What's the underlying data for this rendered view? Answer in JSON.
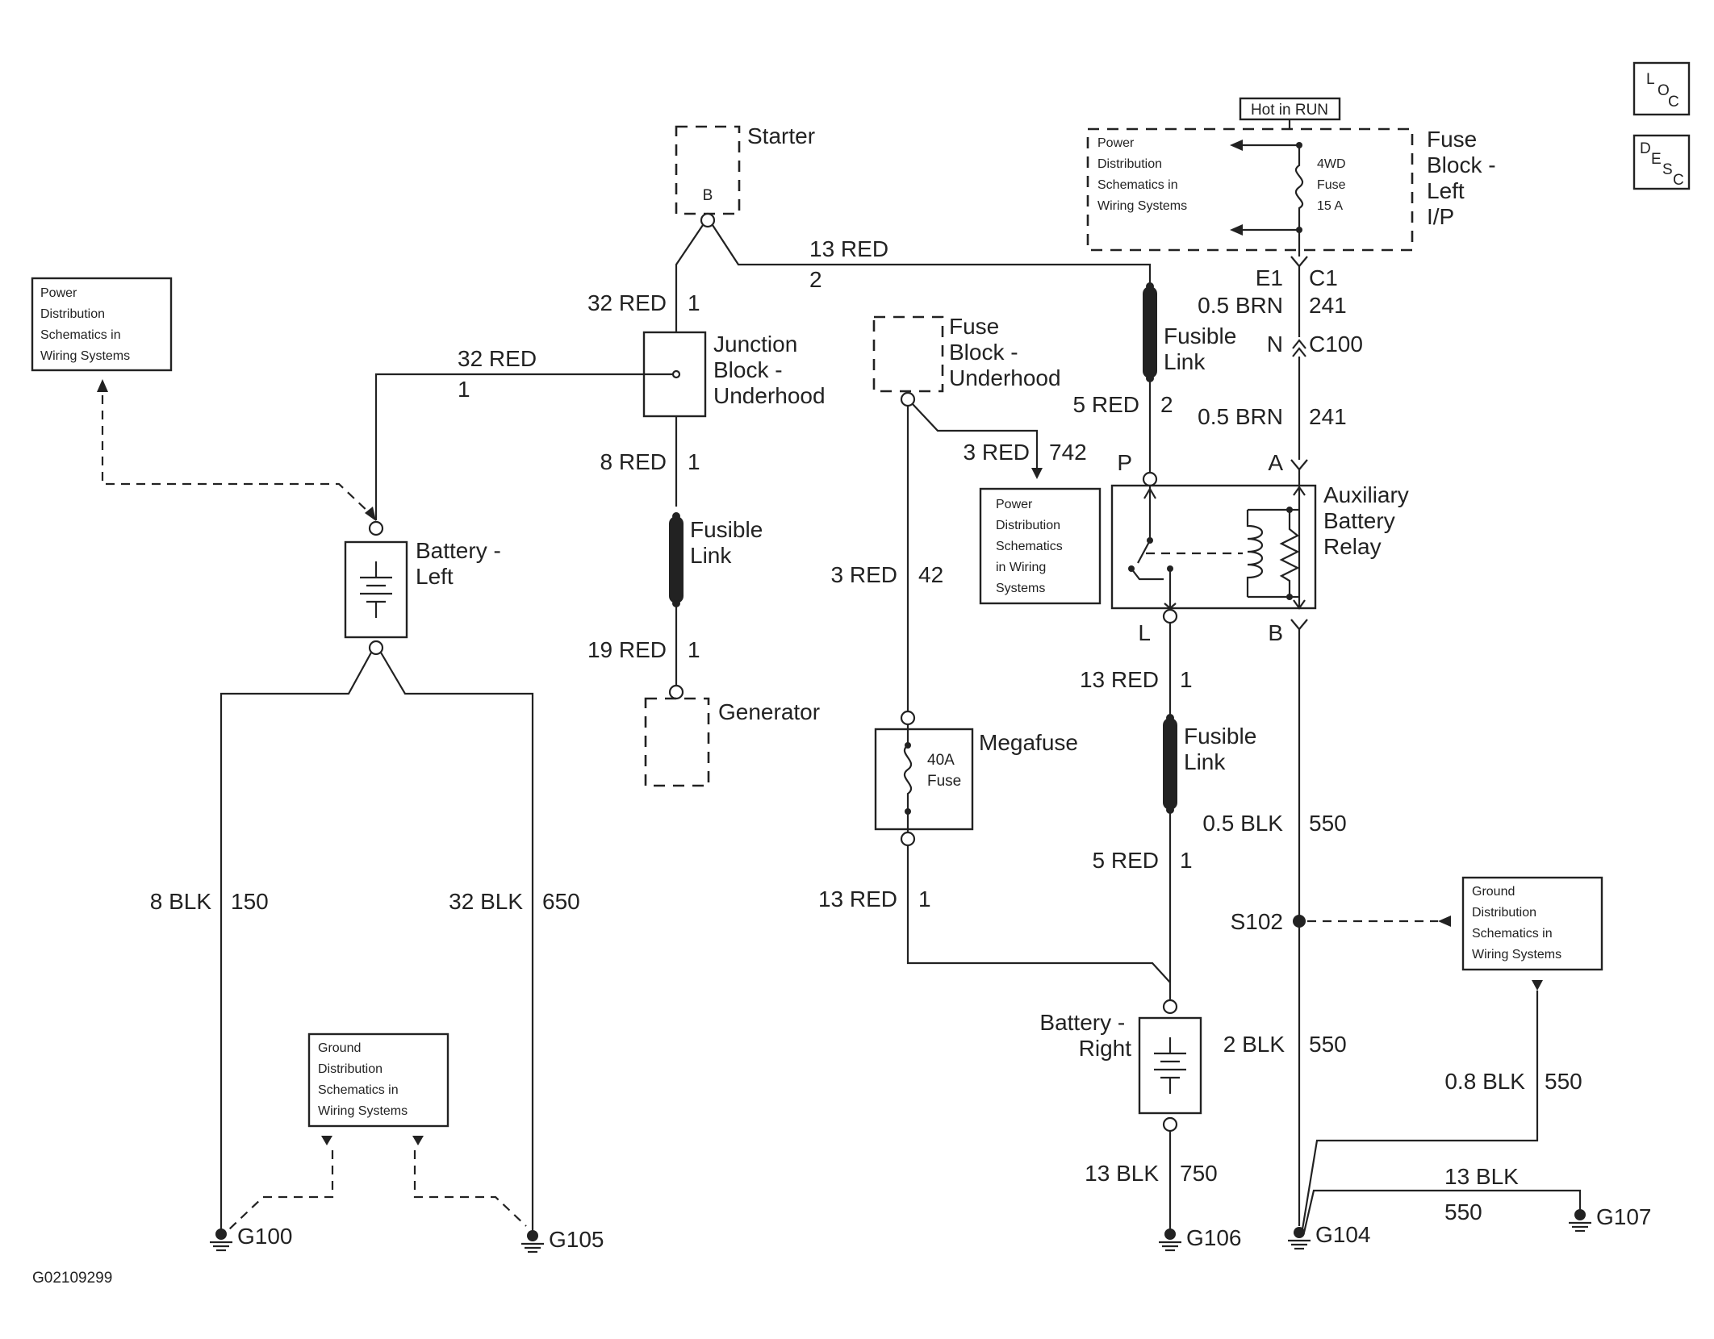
{
  "side_buttons": {
    "loc": {
      "a": "L",
      "b": "O",
      "c": "C"
    },
    "desc": {
      "a": "D",
      "b": "E",
      "c": "S",
      "d": "C"
    }
  },
  "figure_id": "G02109299",
  "fuse_block_ip": {
    "hot_label": "Hot in RUN",
    "ref_lines": [
      "Power",
      "Distribution",
      "Schematics in",
      "Wiring Systems"
    ],
    "fuse_lines": [
      "4WD",
      "Fuse",
      "15 A"
    ],
    "name_lines": [
      "Fuse",
      "Block -",
      "Left",
      "I/P"
    ]
  },
  "starter": {
    "name": "Starter",
    "pin": "B"
  },
  "junction_block": {
    "name_lines": [
      "Junction",
      "Block -",
      "Underhood"
    ]
  },
  "power_ref_left": {
    "lines": [
      "Power",
      "Distribution",
      "Schematics in",
      "Wiring Systems"
    ]
  },
  "power_ref_mid": {
    "lines": [
      "Power",
      "Distribution",
      "Schematics",
      "in Wiring",
      "Systems"
    ]
  },
  "ground_ref_left": {
    "lines": [
      "Ground",
      "Distribution",
      "Schematics in",
      "Wiring Systems"
    ]
  },
  "ground_ref_right": {
    "lines": [
      "Ground",
      "Distribution",
      "Schematics in",
      "Wiring Systems"
    ]
  },
  "fuse_block_underhood": {
    "name_lines": [
      "Fuse",
      "Block -",
      "Underhood"
    ]
  },
  "battery_left": {
    "name_lines": [
      "Battery -",
      "Left"
    ]
  },
  "battery_right": {
    "name_lines": [
      "Battery -",
      "Right"
    ]
  },
  "generator": {
    "name": "Generator"
  },
  "megafuse": {
    "name": "Megafuse",
    "fuse_lines": [
      "40A",
      "Fuse"
    ]
  },
  "relay": {
    "name_lines": [
      "Auxiliary",
      "Battery",
      "Relay"
    ],
    "pins": {
      "p": "P",
      "a": "A",
      "l": "L",
      "b": "B"
    }
  },
  "fusible_link": {
    "name_lines": [
      "Fusible",
      "Link"
    ]
  },
  "connectors": {
    "e1": "E1",
    "c1": "C1",
    "n": "N",
    "c100": "C100"
  },
  "splice": "S102",
  "grounds": {
    "g100": "G100",
    "g105": "G105",
    "g106": "G106",
    "g104": "G104",
    "g107": "G107"
  },
  "wires": {
    "w13red_2": {
      "gauge": "13 RED",
      "circuit": "2"
    },
    "w32red_1a": {
      "gauge": "32 RED",
      "circuit": "1"
    },
    "w32red_1b": {
      "gauge": "32 RED",
      "circuit": "1"
    },
    "w8red_1": {
      "gauge": "8 RED",
      "circuit": "1"
    },
    "w19red_1": {
      "gauge": "19 RED",
      "circuit": "1"
    },
    "w8blk_150": {
      "gauge": "8 BLK",
      "circuit": "150"
    },
    "w32blk_650": {
      "gauge": "32 BLK",
      "circuit": "650"
    },
    "w3red_742": {
      "gauge": "3 RED",
      "circuit": "742"
    },
    "w3red_42": {
      "gauge": "3 RED",
      "circuit": "42"
    },
    "w13red_1mega": {
      "gauge": "13 RED",
      "circuit": "1"
    },
    "w05brn_241a": {
      "gauge": "0.5 BRN",
      "circuit": "241"
    },
    "w05brn_241b": {
      "gauge": "0.5 BRN",
      "circuit": "241"
    },
    "w5red_2": {
      "gauge": "5 RED",
      "circuit": "2"
    },
    "w13red_1l": {
      "gauge": "13 RED",
      "circuit": "1"
    },
    "w5red_1": {
      "gauge": "5 RED",
      "circuit": "1"
    },
    "w05blk_550": {
      "gauge": "0.5 BLK",
      "circuit": "550"
    },
    "w2blk_550": {
      "gauge": "2 BLK",
      "circuit": "550"
    },
    "w08blk_550": {
      "gauge": "0.8 BLK",
      "circuit": "550"
    },
    "w13blk_750": {
      "gauge": "13 BLK",
      "circuit": "750"
    },
    "w13blk_550": {
      "gauge": "13 BLK",
      "circuit": "550"
    }
  }
}
